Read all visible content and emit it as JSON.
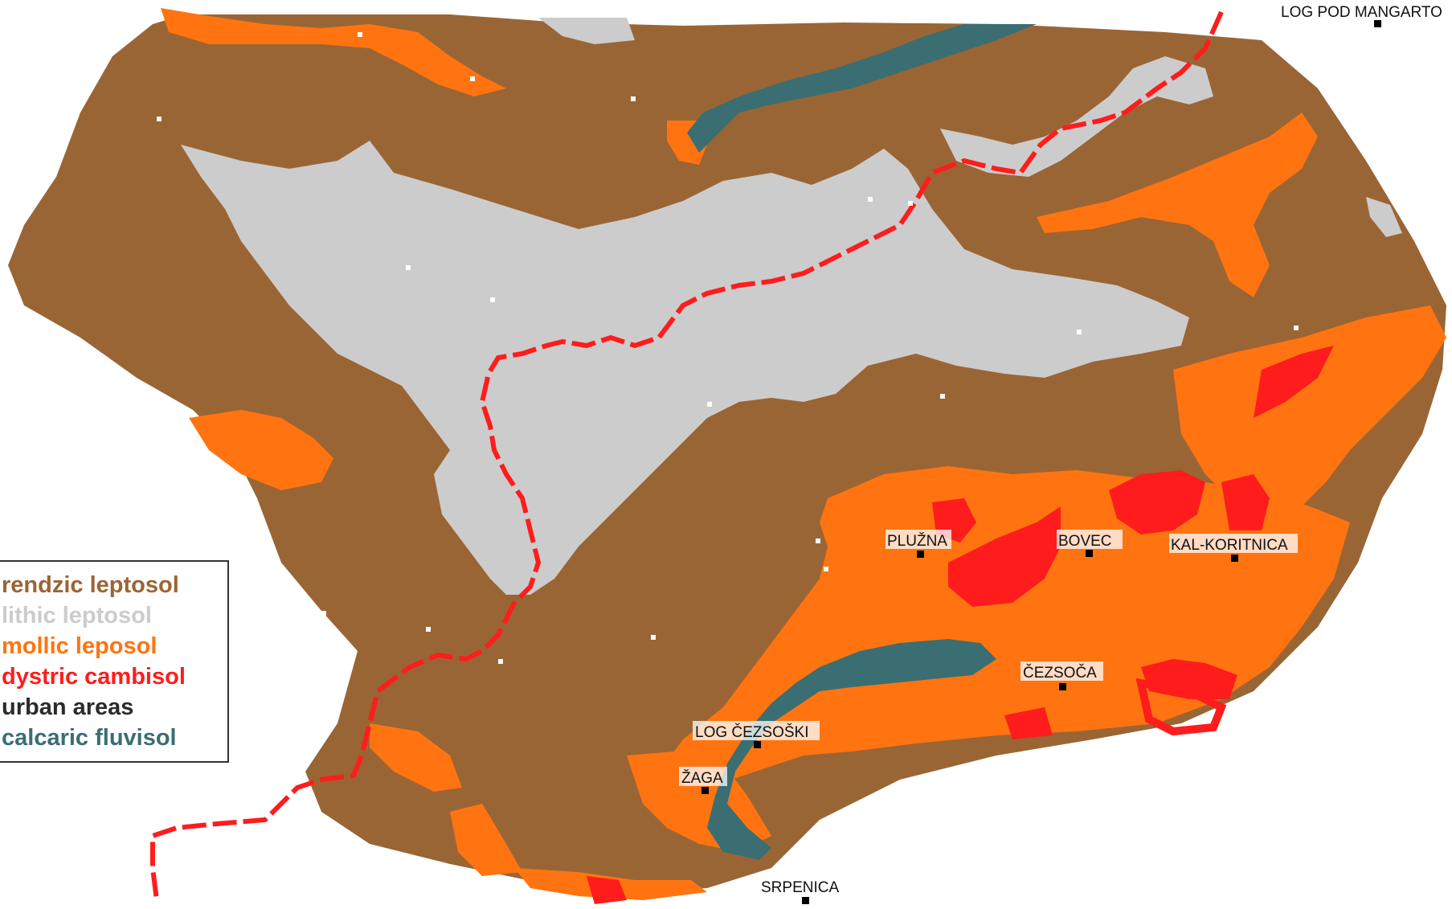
{
  "legend": {
    "items": [
      {
        "label": "rendzic leptosol",
        "color": "#9a6535"
      },
      {
        "label": "lithic leptosol",
        "color": "#cccccc"
      },
      {
        "label": "mollic leposol",
        "color": "#ff7410"
      },
      {
        "label": "dystric cambisol",
        "color": "#ff1c1c"
      },
      {
        "label": "urban areas",
        "color": "#2b2b2b"
      },
      {
        "label": "calcaric fluvisol",
        "color": "#3a6e72"
      }
    ]
  },
  "places": {
    "log_pod_mangartom": "LOG POD MANGARTO",
    "plužna": "PLUŽNA",
    "bovec": "BOVEC",
    "kal_koritnica": "KAL-KORITNICA",
    "čezsoča": "ČEZSOČA",
    "log_čezsoški": "LOG ČEZSOŠKI",
    "žaga": "ŽAGA",
    "srpenica": "SRPENICA"
  },
  "colors": {
    "rendzic_leptosol": "#9a6535",
    "lithic_leptosol": "#cccccc",
    "mollic_leposol": "#ff7410",
    "dystric_cambisol": "#ff1c1c",
    "urban_areas": "#2b2b2b",
    "calcaric_fluvisol": "#3a6e72",
    "border_line": "#ff1c1c"
  }
}
